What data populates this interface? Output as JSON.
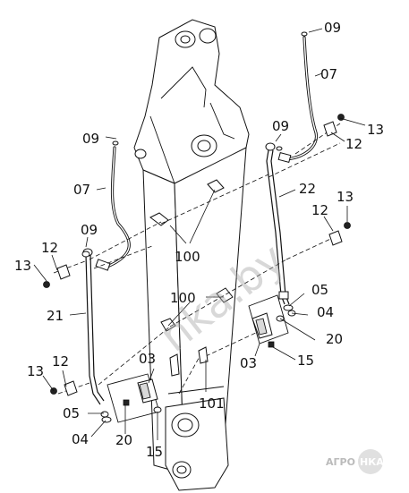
{
  "labels": {
    "l09a": "09",
    "l07a": "07",
    "l13a": "13",
    "l12a": "12",
    "l09b": "09",
    "l09c": "09",
    "l07b": "07",
    "l22": "22",
    "l13b": "13",
    "l12b": "12",
    "l09d": "09",
    "l12c": "12",
    "l13c": "13",
    "l100a": "100",
    "l05a": "05",
    "l04a": "04",
    "l100b": "100",
    "l21": "21",
    "l20a": "20",
    "l03a": "03",
    "l15a": "15",
    "l03b": "03",
    "l12d": "12",
    "l13d": "13",
    "l101": "101",
    "l05b": "05",
    "l04b": "04",
    "l20b": "20",
    "l15b": "15"
  },
  "watermark": "nka.by",
  "brand": {
    "left": "АГРО",
    "right": "НКА"
  },
  "colors": {
    "ink": "#111111",
    "watermark": "#aaaaaa",
    "background": "#ffffff"
  }
}
